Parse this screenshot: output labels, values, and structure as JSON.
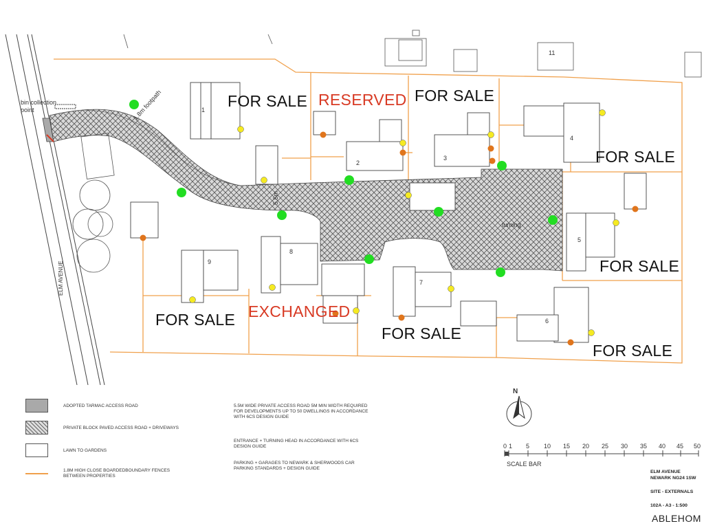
{
  "labels": {
    "plot1": "FOR SALE",
    "plot2": "RESERVED",
    "plot3": "FOR SALE",
    "plot4": "FOR SALE",
    "plot5": "FOR SALE",
    "plot6": "FOR SALE",
    "plot7": "FOR SALE",
    "plot8": "EXCHANGED",
    "plot9": "FOR SALE"
  },
  "plot_numbers": [
    "1",
    "2",
    "3",
    "4",
    "5",
    "6",
    "7",
    "8",
    "9"
  ],
  "neighbour_number": "11",
  "road_name": "ELM AVENUE",
  "bin_collection": "bin collection point",
  "footpath": "1.8m footpath",
  "road_width": "5.5m",
  "turning": "turning",
  "key": [
    {
      "label": "ADOPTED TARMAC ACCESS ROAD",
      "color": "#a9a9a9"
    },
    {
      "label": "PRIVATE BLOCK PAVED ACCESS ROAD + DRIVEWAYS",
      "color": "#cfcfcf"
    },
    {
      "label": "LAWN TO GARDENS",
      "color": "#ffffff"
    },
    {
      "label": "1.8M HIGH CLOSE BOARDEDBOUNDARY FENCES BETWEEN PROPERTIES",
      "color": "#f0a04b"
    }
  ],
  "notes": [
    "5.5M WIDE PRIVATE ACCESS ROAD 5M MIN WIDTH REQUIRED FOR DEVELOPMENTS UP TO 50 DWELLINGS IN ACCORDANCE WITH 6CS DESIGN GUIDE",
    "ENTRANCE + TURNING HEAD IN ACCORDANCE WITH 6CS DESIGN GUIDE",
    "PARKING + GARAGES TO NEWARK & SHERWOODS CAR PARKING STANDARDS + DESIGN GUIDE"
  ],
  "scale": {
    "ticks": [
      "0",
      "1",
      "5",
      "10",
      "15",
      "20",
      "25",
      "30",
      "35",
      "40",
      "45",
      "50"
    ],
    "label": "SCALE BAR"
  },
  "north": "N",
  "title_block": {
    "line1": "ELM AVENUE",
    "line2": "NEWARK NG24 1SW",
    "line3": "SITE - EXTERNALS",
    "line4": "102A - A3 - 1:500",
    "company": "ABLEHOM"
  },
  "colors": {
    "fence": "#f0a04b",
    "green_marker": "#22dd22",
    "yellow_marker": "#f5ea22",
    "orange_marker": "#e0751c",
    "red_text": "#d83a24"
  }
}
